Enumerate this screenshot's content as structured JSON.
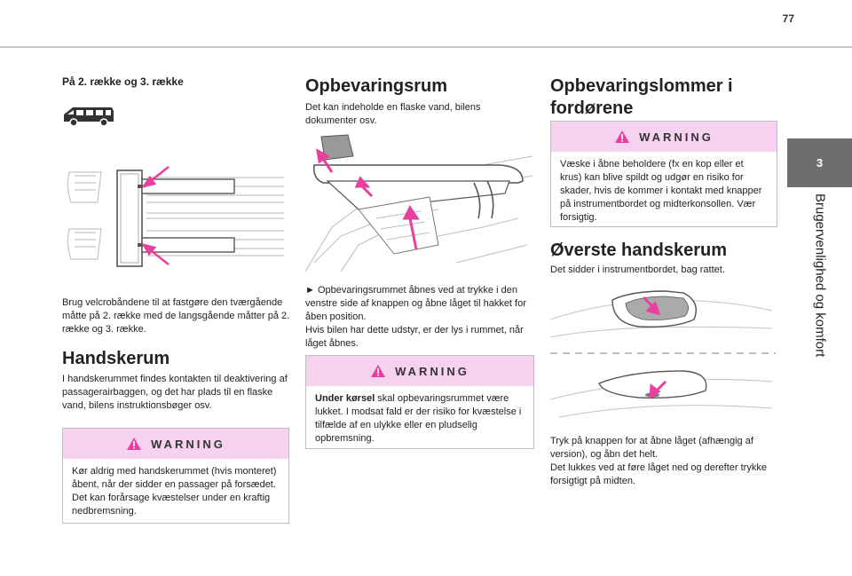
{
  "page_number": "77",
  "side_tab": {
    "number": "3",
    "title": "Brugervenlighed og komfort"
  },
  "col1": {
    "heading": "På 2. række og 3. række",
    "velcro_text": "Brug velcrobåndene til at fastgøre den tværgående måtte på 2. række med de langsgående måtter på 2. række og 3. række.",
    "section_title": "Handskerum",
    "section_text": "I handskerummet findes kontakten til deaktivering af passagerairbaggen, og det har plads til en flaske vand, bilens instruktionsbøger osv.",
    "warning": {
      "title": "WARNING",
      "text": "Kør aldrig med handskerummet (hvis monteret) åbent, når der sidder en passager på forsædet. Det kan forårsage kvæstelser under en kraftig nedbremsning."
    }
  },
  "col2": {
    "section_title": "Opbevaringsrum",
    "intro": "Det kan indeholde en flaske vand, bilens dokumenter osv.",
    "step": "► Opbevaringsrummet åbnes ved at trykke i den venstre side af knappen og åbne låget til hakket for åben position.",
    "note": "Hvis bilen har dette udstyr, er der lys i rummet, når låget åbnes.",
    "warning": {
      "title": "WARNING",
      "bold": "Under kørsel",
      "text": " skal opbevaringsrummet være lukket. I modsat fald er der risiko for kvæstelse i tilfælde af en ulykke eller en pludselig opbremsning."
    }
  },
  "col3": {
    "section_title_line1": "Opbevaringslommer i",
    "section_title_line2": "fordørene",
    "warning": {
      "title": "WARNING",
      "text": "Væske i åbne beholdere (fx en kop eller et krus) kan blive spildt og udgør en risiko for skader, hvis de kommer i kontakt med knapper på instrumentbordet og midterkonsollen. Vær forsigtig."
    },
    "upper_title": "Øverste handskerum",
    "upper_intro": "Det sidder i instrumentbordet, bag rattet.",
    "upper_text": "Tryk på knappen for at åbne låget (afhængig af version), og åbn det helt.",
    "upper_text2": "Det lukkes ved at føre låget ned og derefter trykke forsigtigt på midten."
  },
  "colors": {
    "warning_bg": "#f6d2f0",
    "arrow": "#e8409e",
    "tab": "#6e6e6e"
  },
  "icons": [
    "van-icon",
    "warning-triangle-icon"
  ]
}
